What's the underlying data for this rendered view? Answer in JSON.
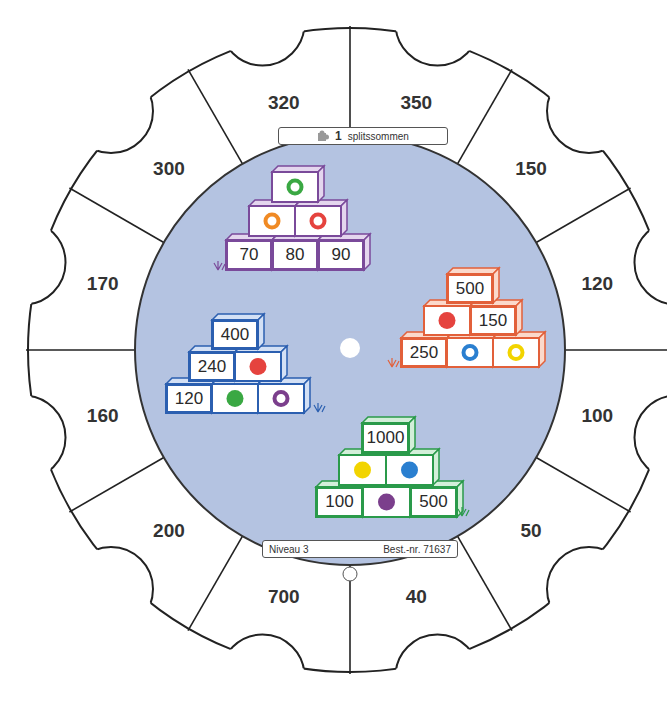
{
  "diagram": {
    "nodes": [
      {
        "text": [
          "1",
          "splitssommen"
        ]
      },
      {
        "text": [
          "70"
        ]
      },
      {
        "text": [
          "80"
        ]
      },
      {
        "text": [
          "90"
        ]
      },
      {
        "text": [
          "500"
        ]
      },
      {
        "text": [
          "150"
        ]
      },
      {
        "text": [
          "250"
        ]
      },
      {
        "text": [
          "400"
        ]
      },
      {
        "text": [
          "240"
        ]
      },
      {
        "text": [
          "120"
        ]
      },
      {
        "text": [
          "1000"
        ]
      },
      {
        "text": [
          "100"
        ]
      },
      {
        "text": [
          "500"
        ]
      },
      {
        "text": [
          "Niveau 3",
          "Best.-nr. 71637"
        ]
      }
    ],
    "labels": [
      "320",
      "350",
      "150",
      "120",
      "100",
      "50",
      "40",
      "700",
      "200",
      "160",
      "170",
      "300"
    ]
  }
}
